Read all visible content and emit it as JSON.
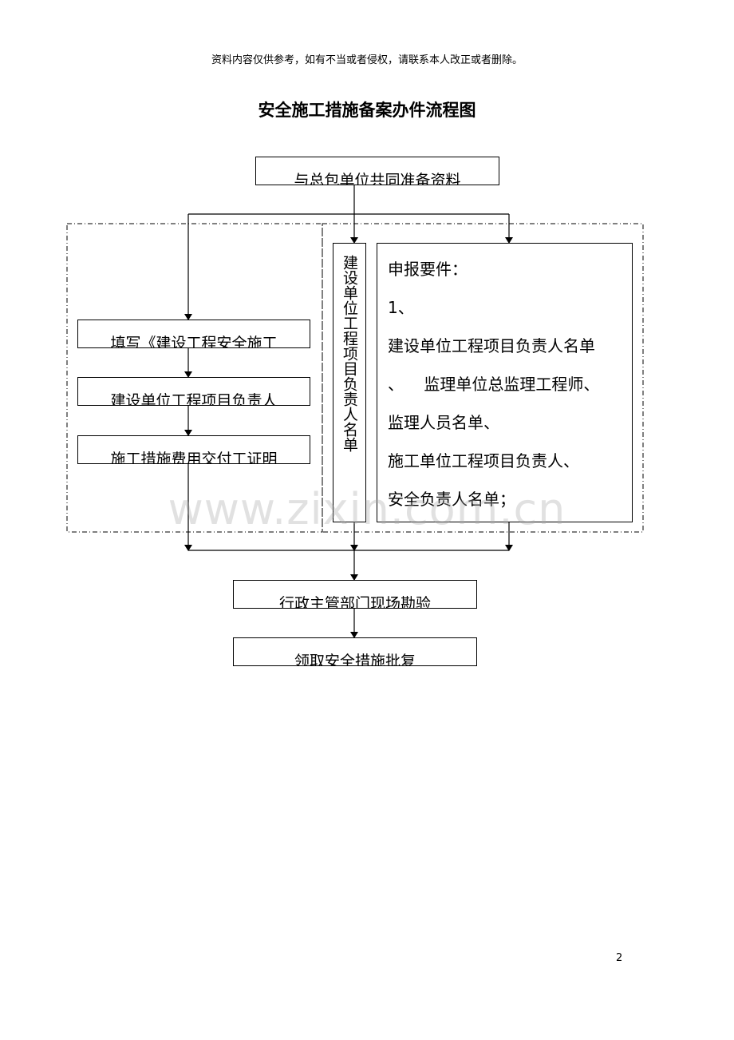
{
  "header": {
    "notice": "资料内容仅供参考，如有不当或者侵权，请联系本人改正或者删除。"
  },
  "diagram": {
    "title": "安全施工措施备案办件流程图",
    "top_box": "与总包单位共同准备资料",
    "left_boxes": [
      "填写《建设工程安全施工",
      "建设单位工程项目负责人",
      "施工措施费用交付工证明"
    ],
    "vertical_box": "建设单位工程项目负责人名单",
    "requirements": {
      "heading": "申报要件：",
      "lines": [
        "1、",
        "建设单位工程项目负责人名单",
        "、    监理单位总监理工程师、",
        "监理人员名单、",
        "施工单位工程项目负责人、",
        "安全负责人名单；"
      ]
    },
    "bottom_boxes": [
      "行政主管部门现场勘验",
      "领取安全措施批复"
    ]
  },
  "watermark": "www.zixin.com.cn",
  "page_number": "2"
}
